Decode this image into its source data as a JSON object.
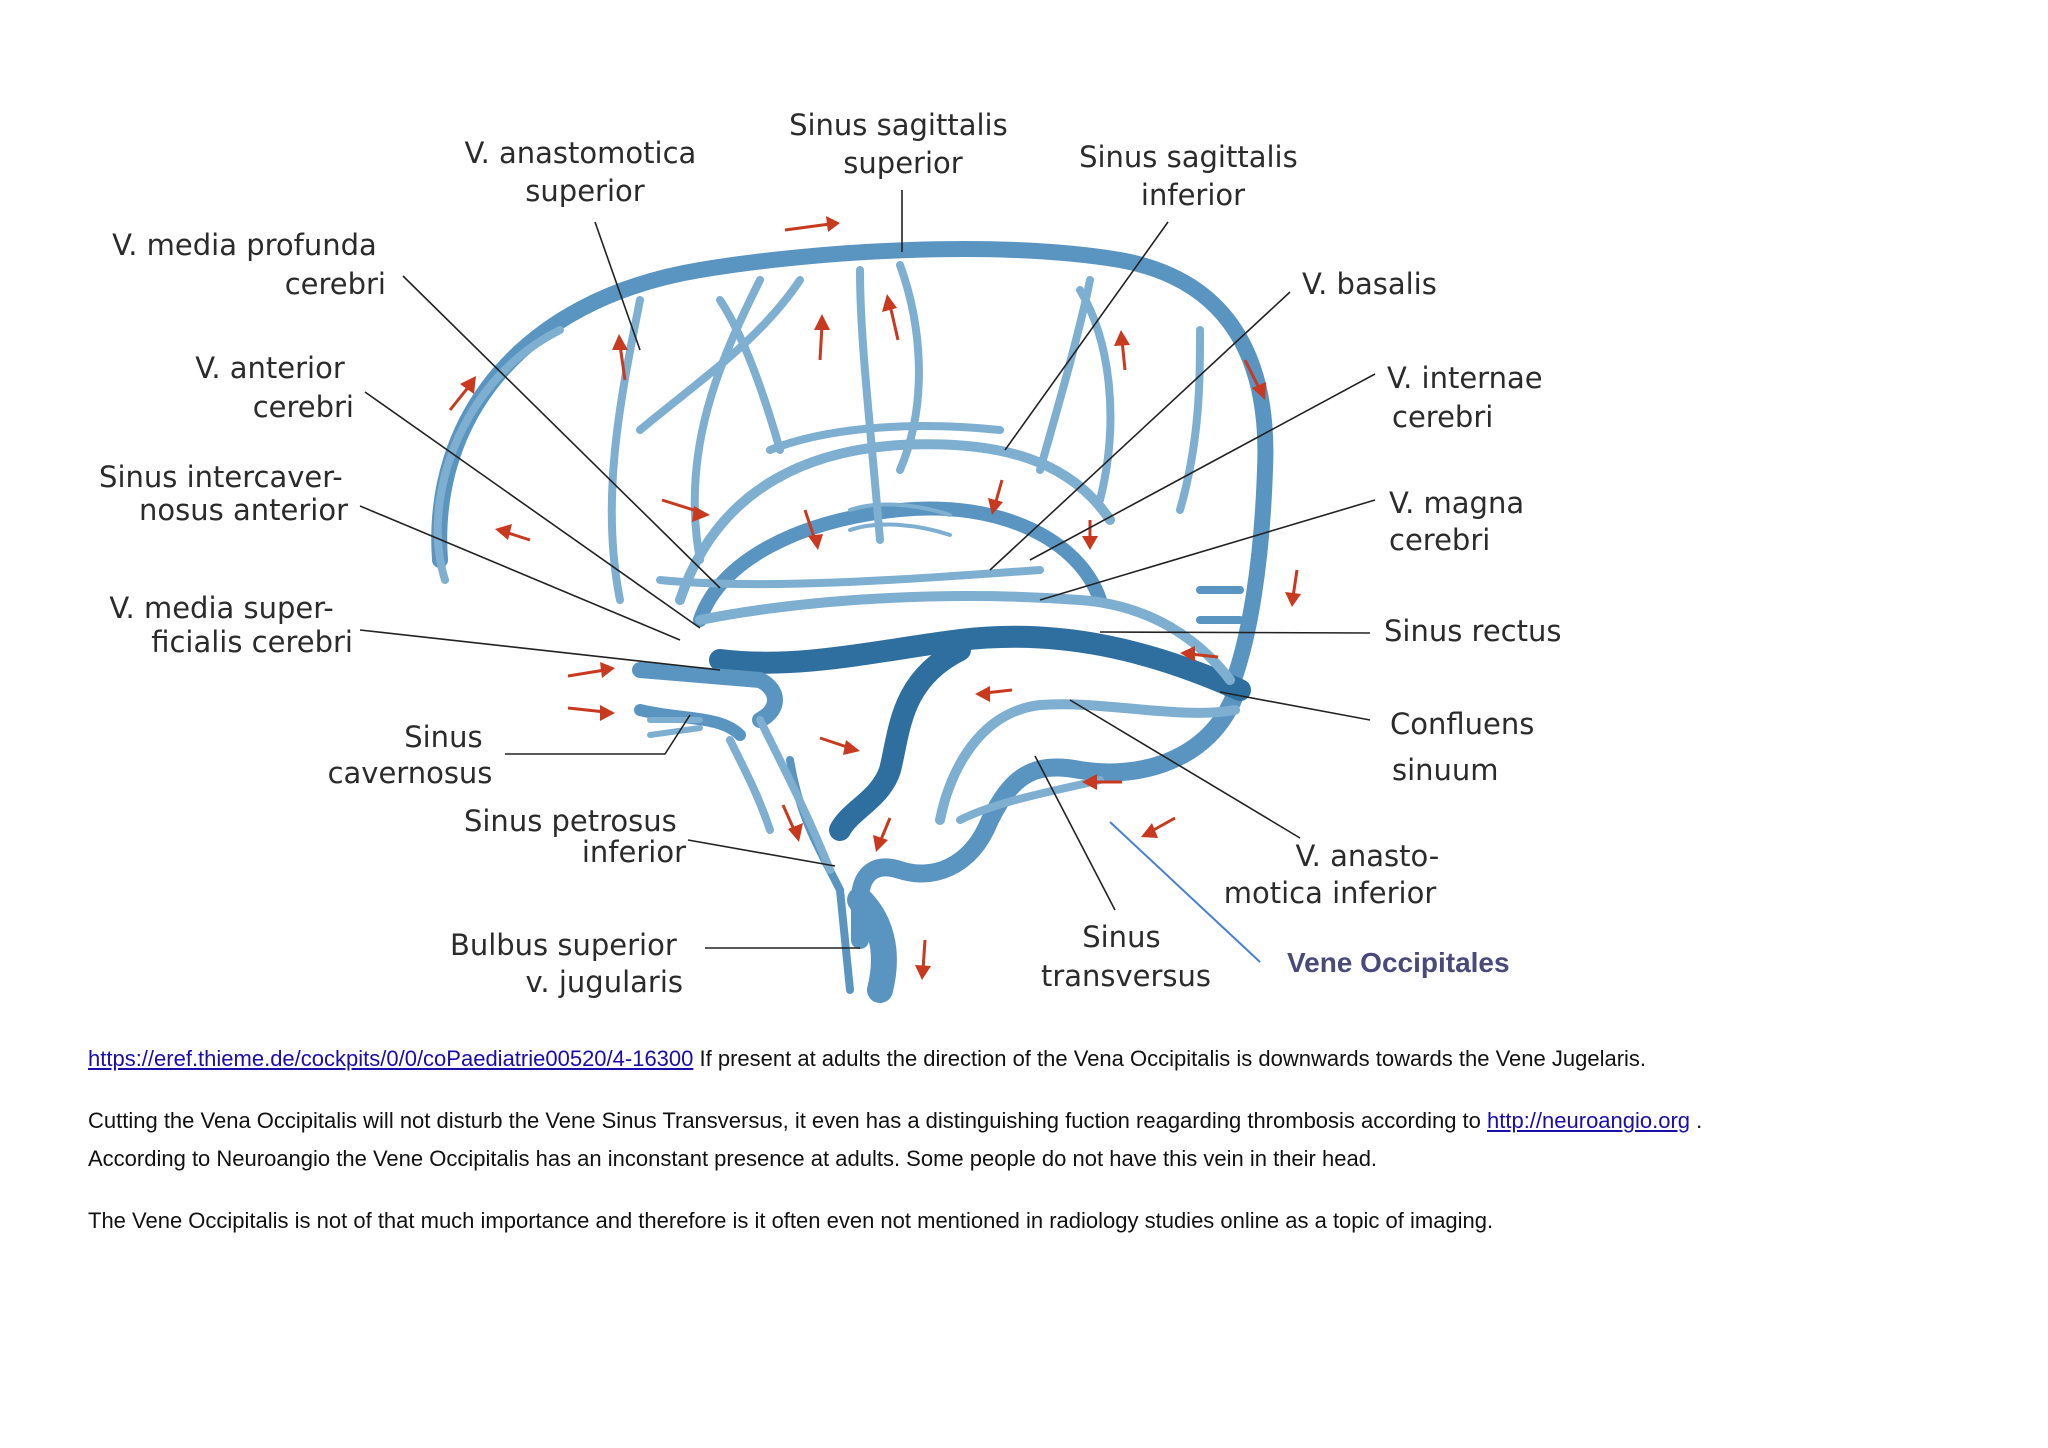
{
  "diagram": {
    "labels": {
      "sinus_sagittalis_superior": [
        "Sinus sagittalis",
        "superior"
      ],
      "v_anastomotica_superior": [
        "V. anastomotica",
        "superior"
      ],
      "sinus_sagittalis_inferior": [
        "Sinus sagittalis",
        "inferior"
      ],
      "v_media_profunda_cerebri": [
        "V. media profunda",
        "cerebri"
      ],
      "v_basalis": [
        "V. basalis"
      ],
      "v_anterior_cerebri": [
        "V. anterior",
        "cerebri"
      ],
      "v_internae_cerebri": [
        "V. internae",
        "cerebri"
      ],
      "sinus_intercavernosus_anterior": [
        "Sinus intercaver-",
        "nosus anterior"
      ],
      "v_magna_cerebri": [
        "V. magna",
        "cerebri"
      ],
      "v_media_superficialis_cerebri": [
        "V. media super-",
        "ficialis cerebri"
      ],
      "sinus_rectus": [
        "Sinus rectus"
      ],
      "confluens_sinuum": [
        "Confluens",
        "sinuum"
      ],
      "sinus_cavernosus": [
        "Sinus",
        "cavernosus"
      ],
      "sinus_petrosus_inferior": [
        "Sinus petrosus",
        "inferior"
      ],
      "v_anastomotica_inferior": [
        "V. anasto-",
        "motica inferior"
      ],
      "bulbus_superior_v_jugularis": [
        "Bulbus superior",
        "v. jugularis"
      ],
      "sinus_transversus": [
        "Sinus",
        "transversus"
      ],
      "vene_occipitales": [
        "Vene Occipitales"
      ]
    },
    "colors": {
      "vein_light": "#7eafd0",
      "vein_dark": "#2e6f9f",
      "flow_arrow": "#c8391f",
      "annotation_line": "#4a7fd4",
      "annotation_text": "#4a4a7a"
    }
  },
  "text": {
    "p1_link": "https://eref.thieme.de/cockpits/0/0/coPaediatrie00520/4-16300",
    "p1_rest": " If present at adults the direction of the Vena Occipitalis is downwards towards the Vene Jugelaris.",
    "p2_before_link": "Cutting the Vena Occipitalis will not disturb the Vene Sinus Transversus, it even has a distinguishing fuction reagarding thrombosis according to ",
    "p2_link": "http://neuroangio.org",
    "p2_after_link": " .",
    "p2_line2": "According to Neuroangio the Vene Occipitalis has an inconstant presence at adults.  Some people do not have this vein in their head.",
    "p3": "The Vene Occipitalis is not of that much importance and therefore is it often even not mentioned in radiology studies online as a topic of imaging."
  }
}
